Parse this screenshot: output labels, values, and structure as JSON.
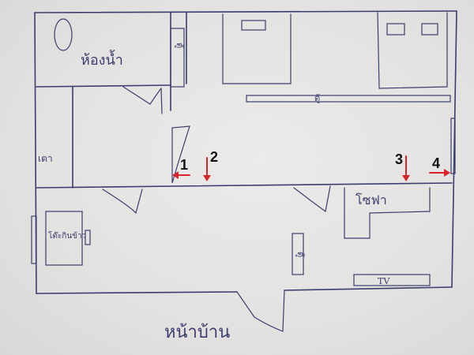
{
  "rooms": {
    "bathroom": "ห้องน้ำ",
    "stove": "เตา",
    "sofa": "โซฟา",
    "table": "โต๊ะกินข้าว",
    "tv": "TV",
    "front": "หน้าบ้าน"
  },
  "cabinets": {
    "top": "ตู้",
    "long": "ตู้",
    "living": "ตู้"
  },
  "markers": {
    "m1": "1",
    "m2": "2",
    "m3": "3",
    "m4": "4"
  },
  "colors": {
    "ink": "#3b3d6e",
    "arrow": "#d8242b",
    "paper": "#e6e5e3"
  }
}
